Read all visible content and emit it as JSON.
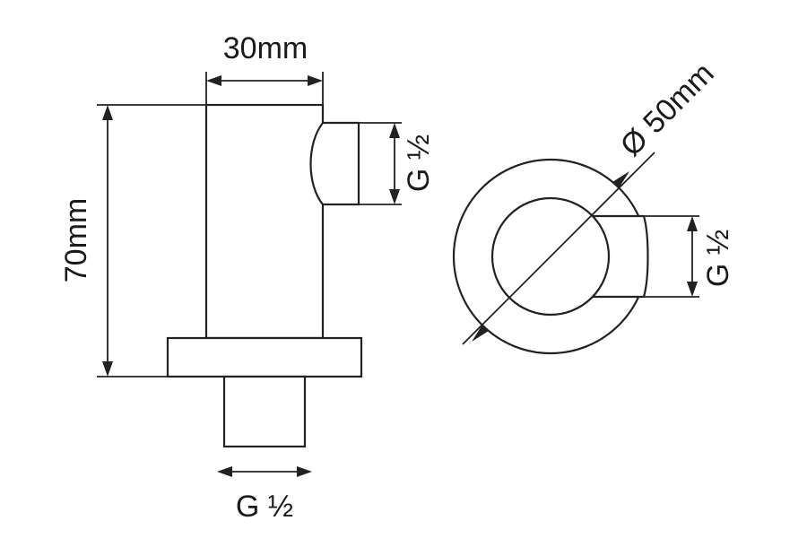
{
  "drawing": {
    "line_color": "#222222",
    "background": "#ffffff",
    "labels": {
      "width_top": "30mm",
      "height_left": "70mm",
      "thread_side": "G ½",
      "thread_bottom": "G ½",
      "diameter": "Ø 50mm",
      "thread_front": "G ½"
    }
  }
}
